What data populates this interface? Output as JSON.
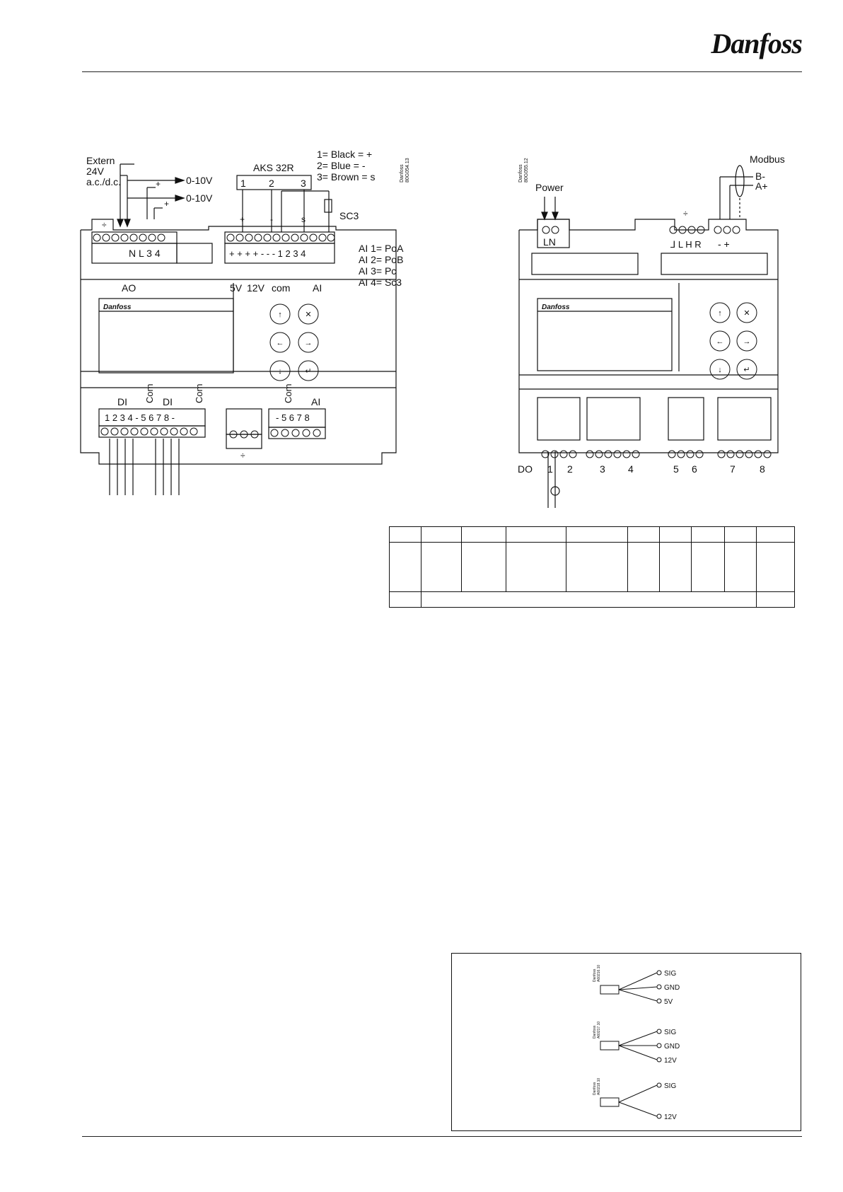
{
  "brand": {
    "logo_text": "Danfoss"
  },
  "left_diagram": {
    "doc_code": [
      "Danfoss",
      "80G054.13"
    ],
    "extern_label": [
      "Extern",
      "24V",
      "a.c./d.c."
    ],
    "analog_out": [
      "0-10V",
      "0-10V"
    ],
    "plus": "+",
    "aks_title": "AKS 32R",
    "aks_pins": [
      "1",
      "2",
      "3"
    ],
    "aks_legend": [
      "1= Black = +",
      "2= Blue = -",
      "3= Brown = s"
    ],
    "aks_signal_marks": [
      "+",
      "-",
      "s"
    ],
    "sc3": "SC3",
    "ao_terminal_text": "N L 3 4",
    "ai_terminal_text": "+ + + + -  -  -  1 2 3 4",
    "ai_legend": [
      "AI 1= PoA",
      "AI 2= PoB",
      "AI 3= Pc",
      "AI 4= Sc3"
    ],
    "section_labels": {
      "ao": "AO",
      "v5": "5V",
      "v12": "12V",
      "com": "com",
      "ai": "AI"
    },
    "bottom_labels": {
      "di1": "DI",
      "com1": "Com",
      "di2": "DI",
      "com2": "Com",
      "com3": "Com",
      "ai": "AI"
    },
    "di_terminal_text": "1 2 3 4 - 5 6 7 8 -",
    "ai_bottom_terminal_text": "- 5 6 7 8",
    "display_logo": "Danfoss",
    "ground_symbol": "÷"
  },
  "right_diagram": {
    "doc_code": [
      "Danfoss",
      "80G055.12"
    ],
    "power": "Power",
    "ln": "LN",
    "modbus": "Modbus",
    "b_minus": "B-",
    "a_plus": "A+",
    "mod_terminal_text": "-  +",
    "lhr_terminal_text": "⅃  L H R",
    "do_label": "DO",
    "do_numbers": [
      "1",
      "2",
      "3",
      "4",
      "5",
      "6",
      "7",
      "8"
    ],
    "display_logo": "Danfoss",
    "ground_symbol": "÷"
  },
  "sensor_box": {
    "sensors": [
      {
        "code": [
          "Danfoss",
          "A60216.10"
        ],
        "wires": [
          "SIG",
          "GND",
          "5V"
        ]
      },
      {
        "code": [
          "Danfoss",
          "A60217.10"
        ],
        "wires": [
          "SIG",
          "GND",
          "12V"
        ]
      },
      {
        "code": [
          "Danfoss",
          "A60218.10"
        ],
        "wires": [
          "SIG",
          "12V"
        ]
      }
    ]
  }
}
